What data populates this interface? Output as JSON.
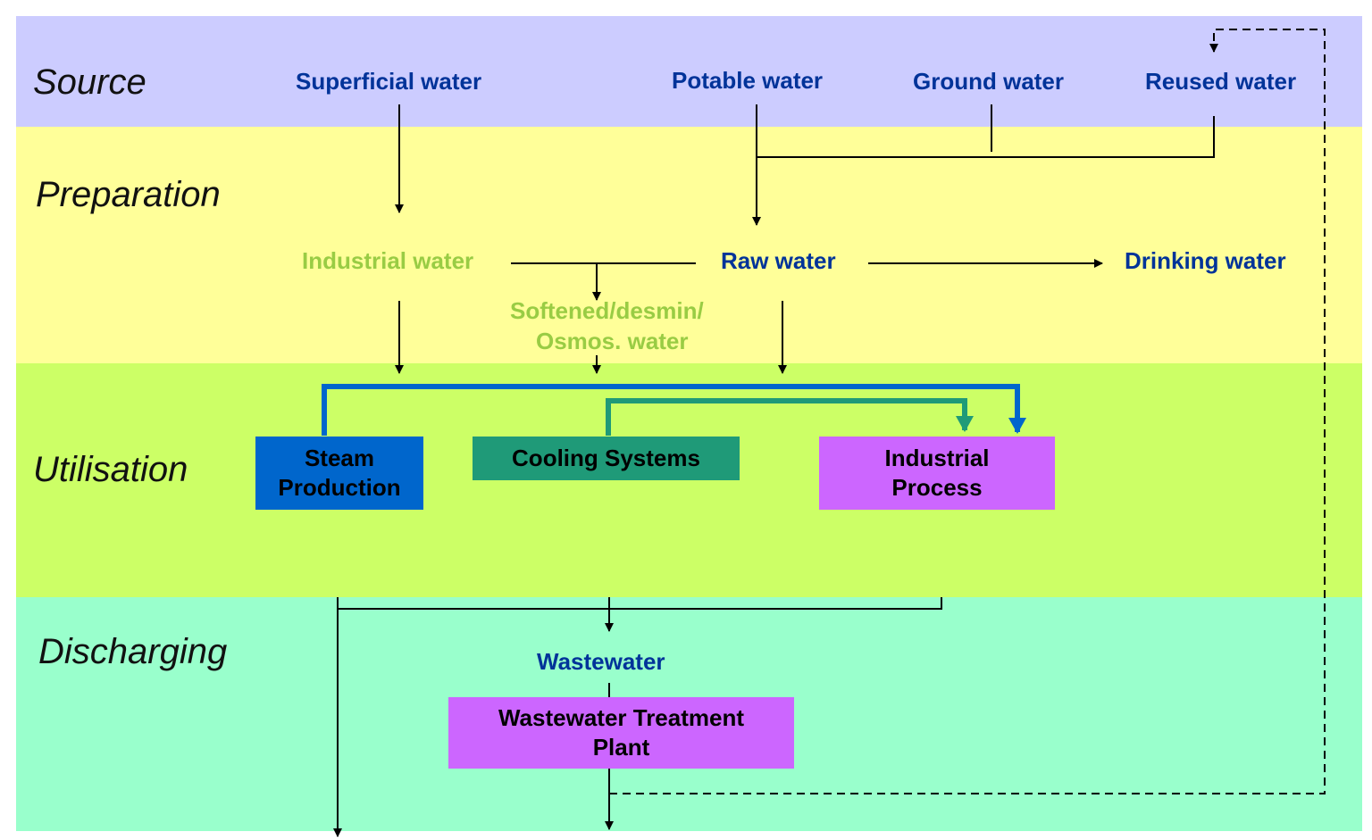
{
  "bands": [
    {
      "id": "source",
      "label": "Source",
      "color": "#ccccff"
    },
    {
      "id": "preparation",
      "label": "Preparation",
      "color": "#ffff99"
    },
    {
      "id": "utilisation",
      "label": "Utilisation",
      "color": "#ccff66"
    },
    {
      "id": "discharging",
      "label": "Discharging",
      "color": "#99ffcc"
    }
  ],
  "nodes": {
    "superficial_water": "Superficial water",
    "potable_water": "Potable water",
    "ground_water": "Ground water",
    "reused_water": "Reused water",
    "industrial_water": "Industrial water",
    "raw_water": "Raw water",
    "drinking_water": "Drinking water",
    "softened_water_line1": "Softened/desmin/",
    "softened_water_line2": "Osmos. water",
    "wastewater": "Wastewater"
  },
  "boxes": {
    "steam_production": "Steam\nProduction",
    "cooling_systems": "Cooling Systems",
    "industrial_process": "Industrial\nProcess",
    "wastewater_treatment_plant": "Wastewater Treatment\nPlant"
  },
  "colors": {
    "source_text": "#003399",
    "prep_green_text": "#99cc44",
    "steam_box": "#0066cc",
    "cooling_box": "#1f9a78",
    "process_box": "#cc66ff",
    "blue_arrow": "#0066cc",
    "green_arrow": "#1f9a78",
    "line": "#000000"
  }
}
